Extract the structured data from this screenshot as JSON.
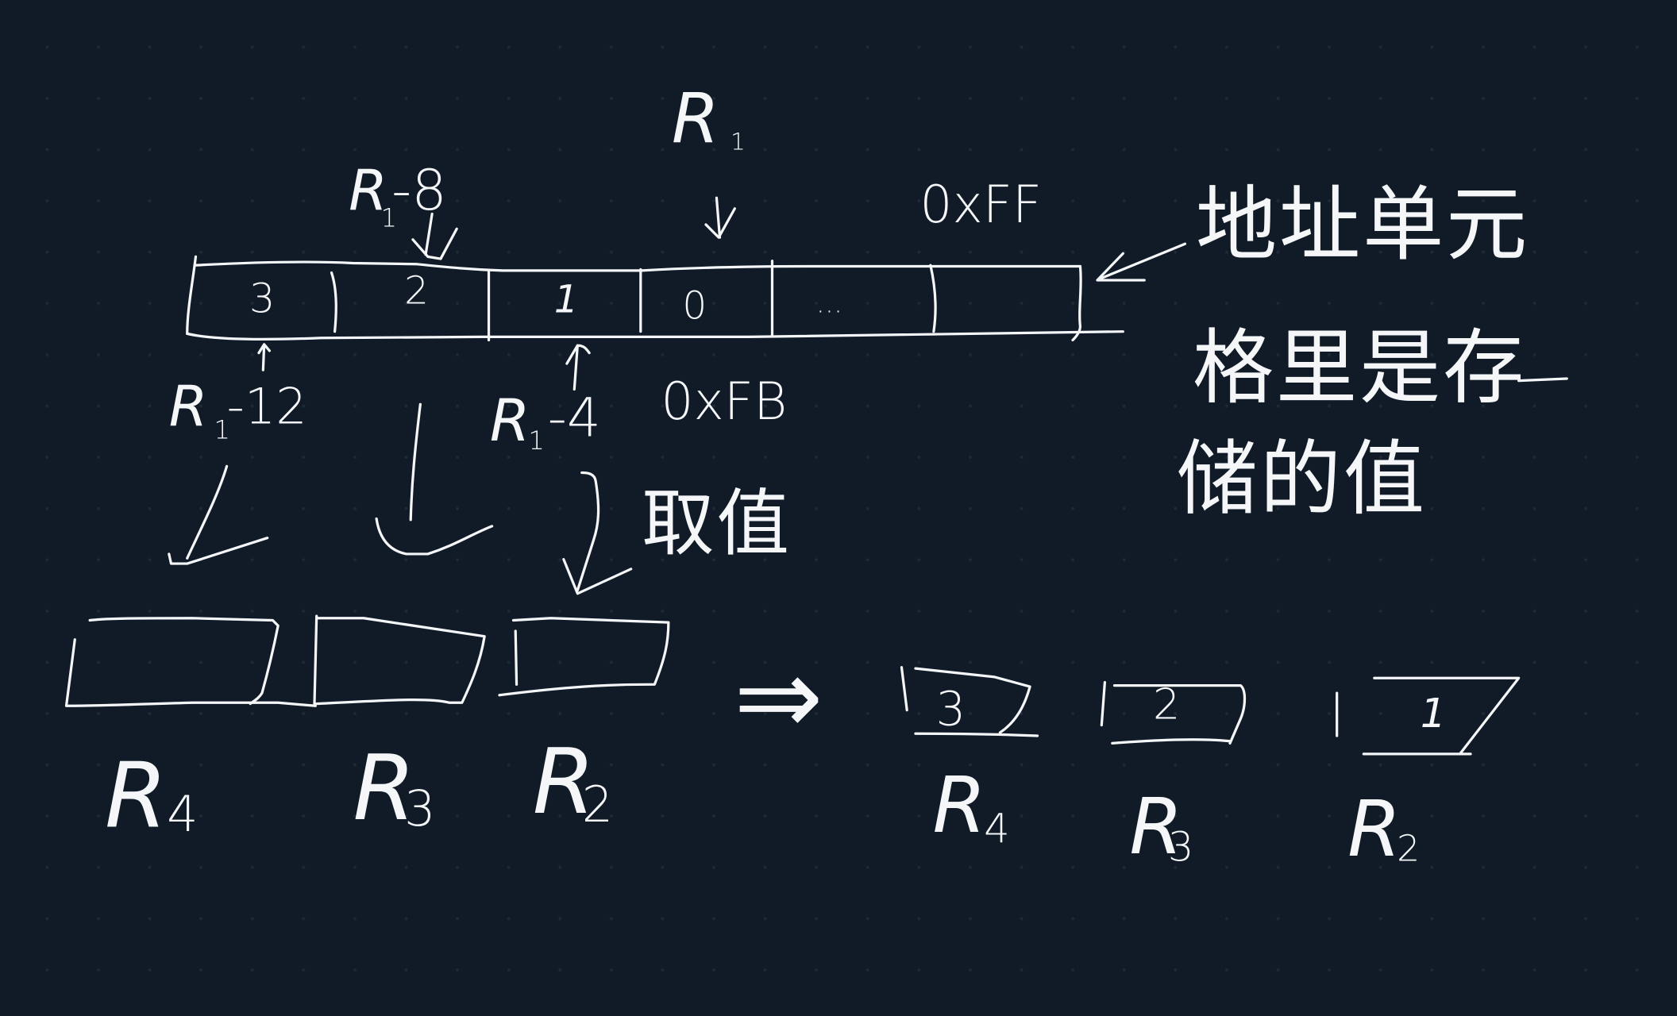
{
  "canvas": {
    "background": "#111b27",
    "grid_dot_color": "#1f2a37",
    "ink_color": "#f4f6f8"
  },
  "memory_strip": {
    "cells": [
      {
        "value": "3"
      },
      {
        "value": "2"
      },
      {
        "value": "1"
      },
      {
        "value": "0"
      },
      {
        "value": "..."
      },
      {
        "value": ""
      }
    ],
    "labels": {
      "r1": {
        "base": "R",
        "sub": "1"
      },
      "r1_minus_8": {
        "base": "R",
        "sub": "1",
        "suffix": "-8"
      },
      "r1_minus_12": {
        "base": "R",
        "sub": "1",
        "suffix": "-12"
      },
      "r1_minus_4": {
        "base": "R",
        "sub": "1",
        "suffix": "-4"
      },
      "addr_top": "0xFF",
      "addr_bottom": "0xFB"
    }
  },
  "annotations": {
    "address_unit": "地址单元",
    "cell_stores_value_line1": "格里是存",
    "cell_stores_value_line2": "储的值",
    "take_value": "取值"
  },
  "registers_before": [
    {
      "base": "R",
      "sub": "4",
      "value": ""
    },
    {
      "base": "R",
      "sub": "3",
      "value": ""
    },
    {
      "base": "R",
      "sub": "2",
      "value": ""
    }
  ],
  "implies_symbol": "⇒",
  "registers_after": [
    {
      "base": "R",
      "sub": "4",
      "value": "3"
    },
    {
      "base": "R",
      "sub": "3",
      "value": "2"
    },
    {
      "base": "R",
      "sub": "2",
      "value": "1"
    }
  ]
}
